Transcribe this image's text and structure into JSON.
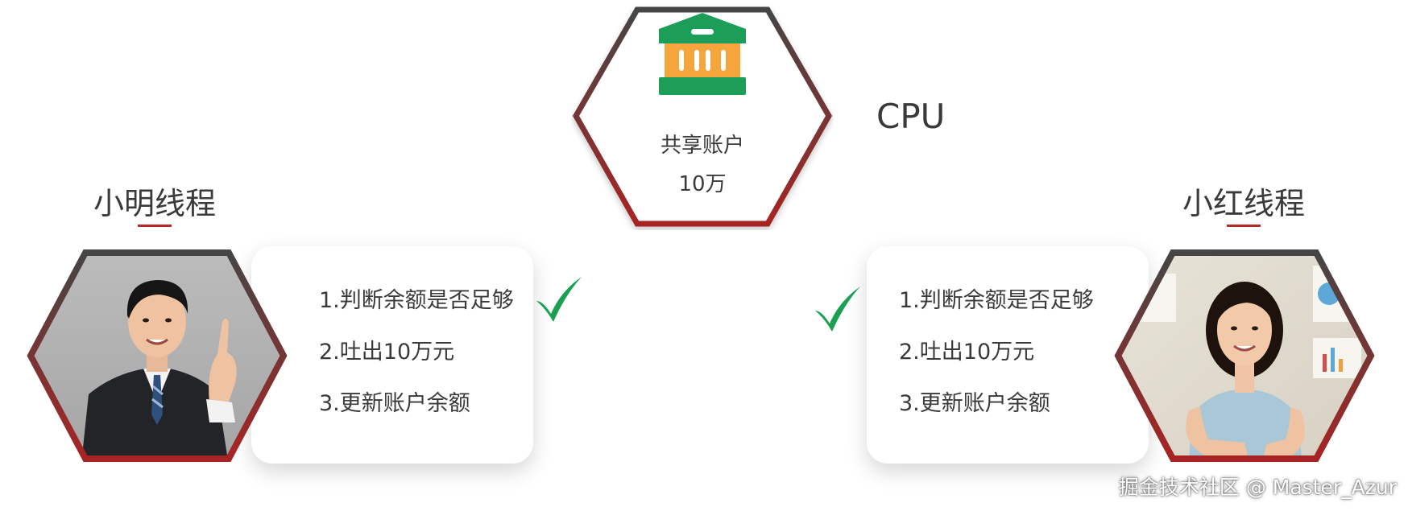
{
  "bank": {
    "icon": "bank-icon",
    "name": "共享账户",
    "amount": "10万"
  },
  "cpu": {
    "label": "CPU"
  },
  "left_thread": {
    "title": "小明线程",
    "avatar": "man-avatar",
    "steps": [
      "1.判断余额是否足够",
      "2.吐出10万元",
      "3.更新账户余额"
    ],
    "check": "check-icon"
  },
  "right_thread": {
    "title": "小红线程",
    "avatar": "woman-avatar",
    "steps": [
      "1.判断余额是否足够",
      "2.吐出10万元",
      "3.更新账户余额"
    ],
    "check": "check-icon"
  },
  "watermark": "掘金技术社区 @ Master_Azur",
  "colors": {
    "accent_red": "#b52a2a",
    "hex_dark": "#454545",
    "bank_green": "#1c9e58",
    "bank_orange": "#f4a53b",
    "check_green": "#1aa050"
  }
}
